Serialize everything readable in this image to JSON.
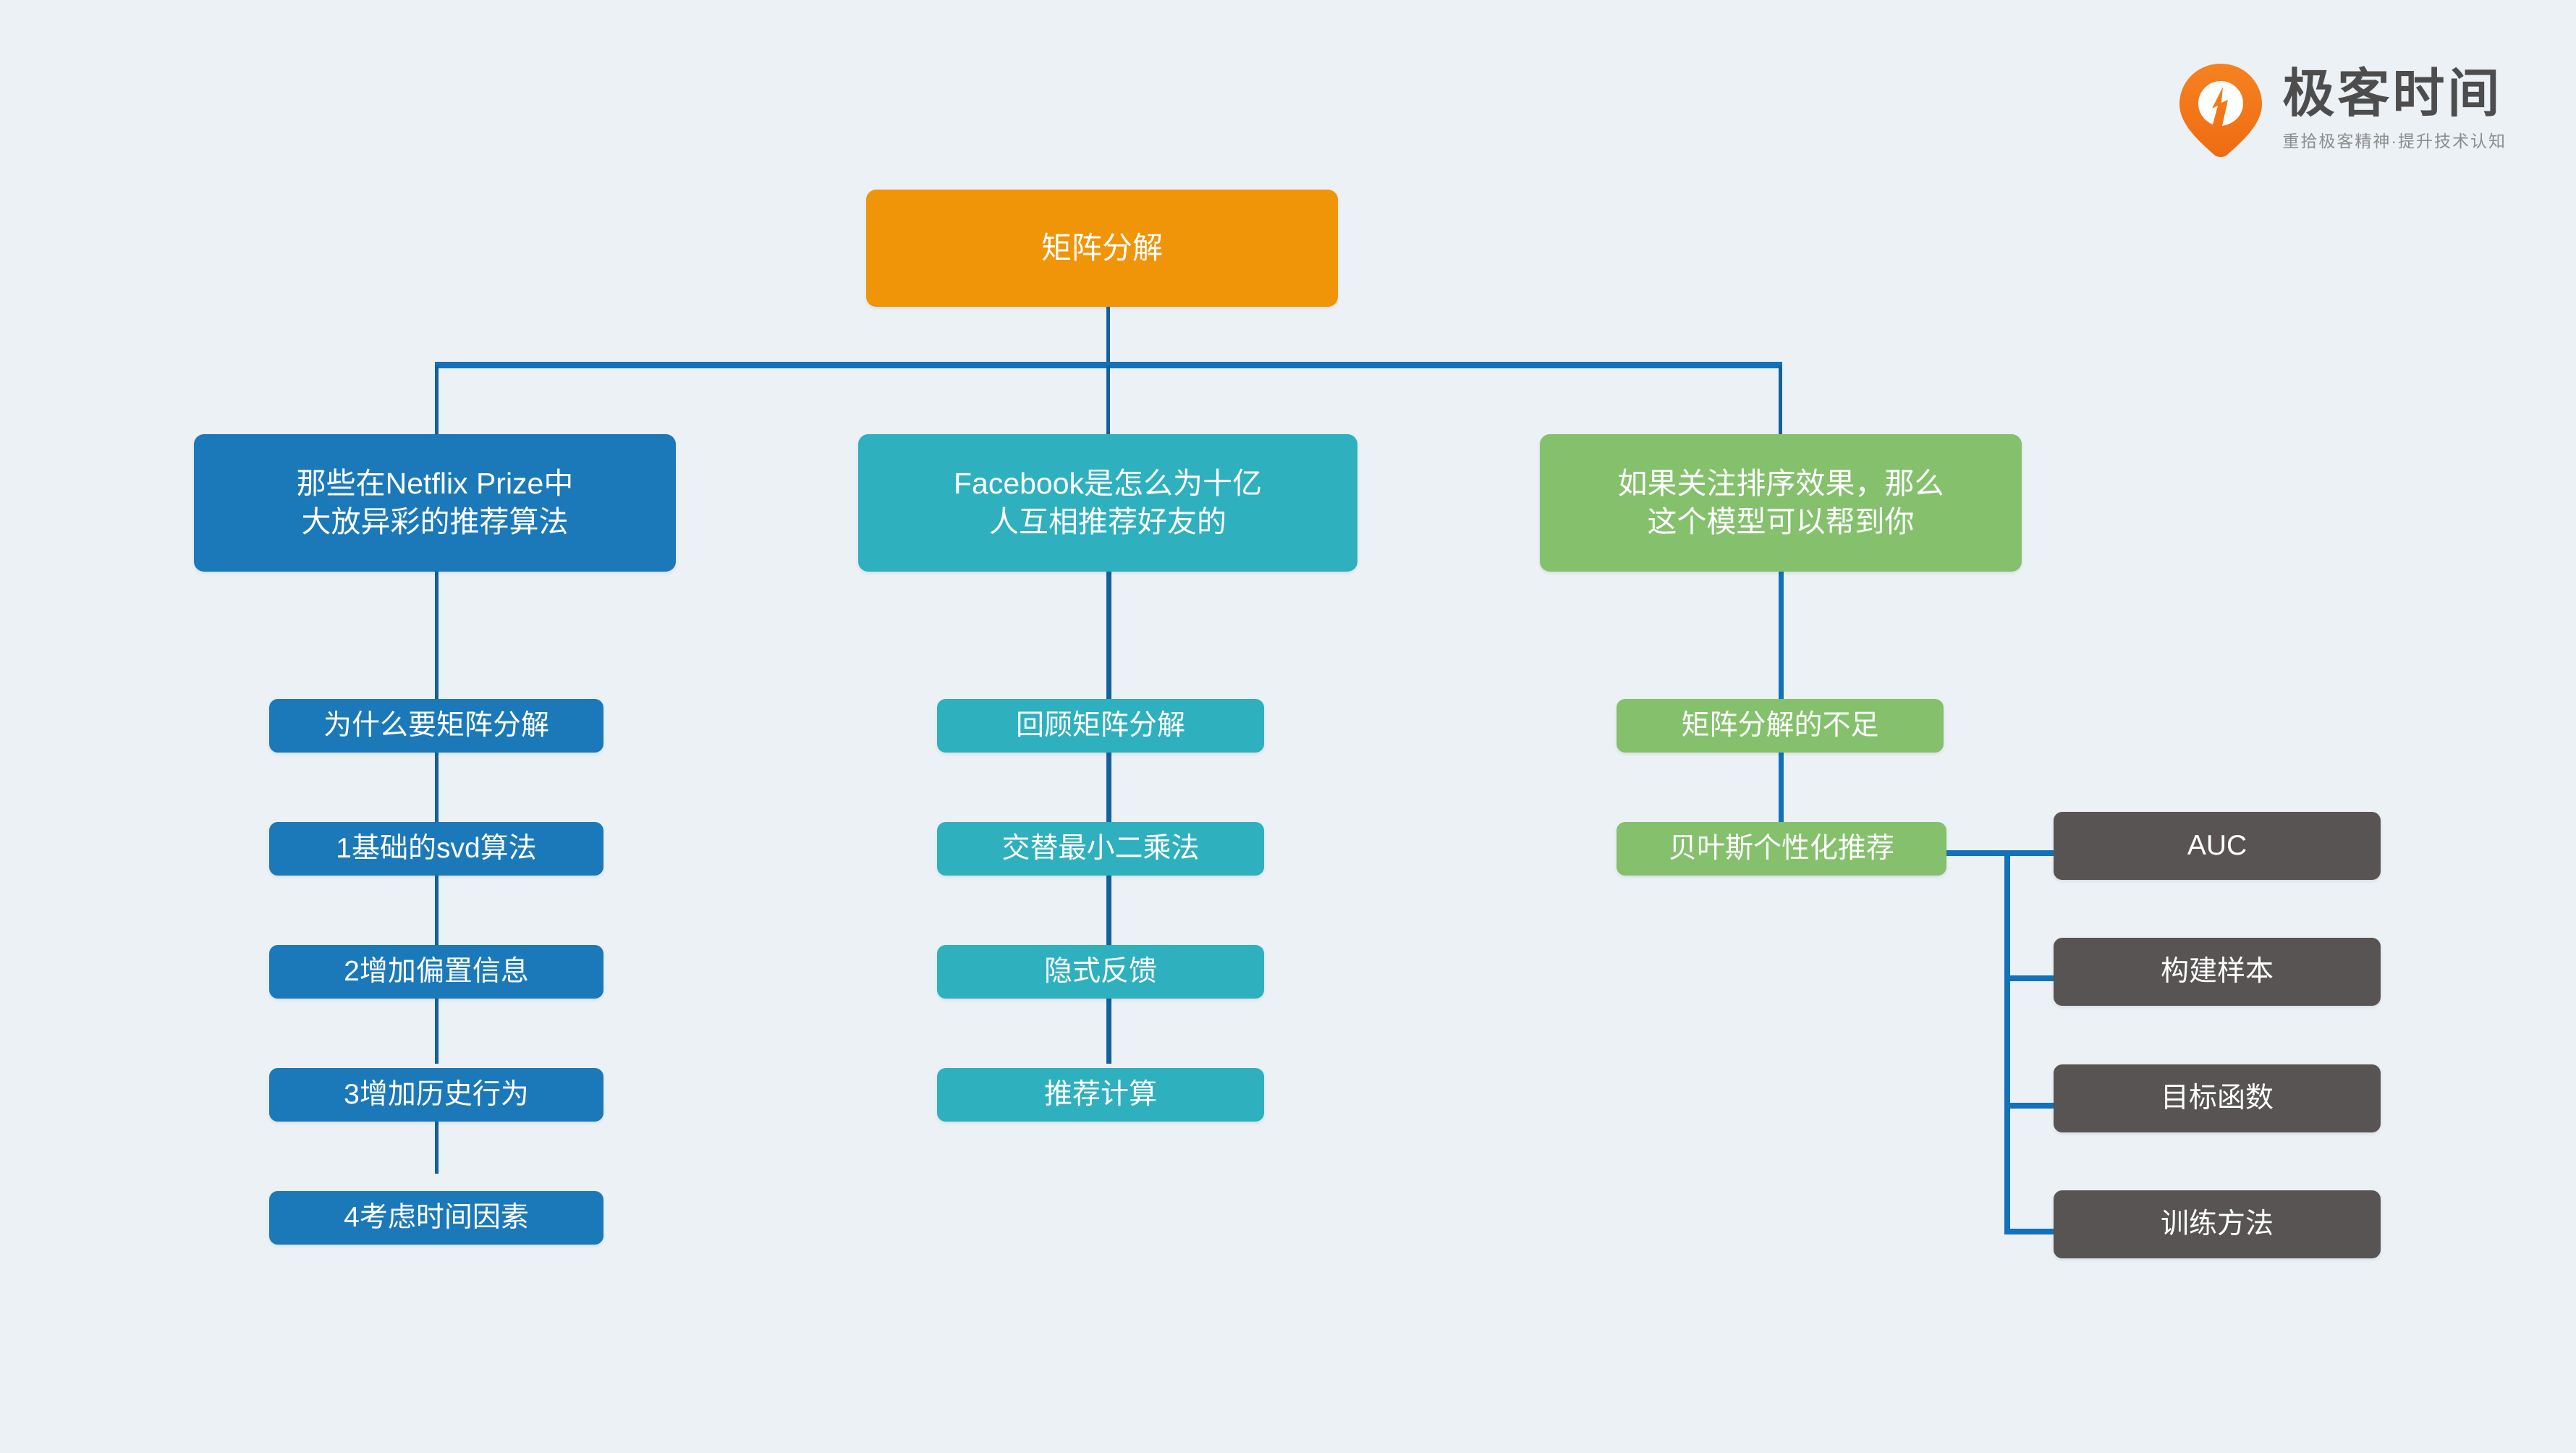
{
  "brand": {
    "name": "极客时间",
    "tagline": "重拾极客精神·提升技术认知",
    "logo_icon": "geektime-flame-pin-icon",
    "colors": {
      "mark": "#f0671c",
      "title": "#4d4d4d",
      "tagline": "#8d8d8d"
    }
  },
  "theme": {
    "background": "#ebf1f5",
    "connector": "#1271b8",
    "connector_thin": "#14609e",
    "root": "#f09408",
    "branch_blue": "#1b79b9",
    "branch_teal": "#2eb0bf",
    "branch_green": "#85c16d",
    "leaf_gray": "#585454",
    "node_text": "#ffffff"
  },
  "mindmap": {
    "root": {
      "label": "矩阵分解",
      "color": "#f09408"
    },
    "branches": [
      {
        "label": "那些在Netflix Prize中\n大放异彩的推荐算法",
        "line1": "那些在Netflix Prize中",
        "line2": "大放异彩的推荐算法",
        "color": "#1b79b9",
        "children": [
          {
            "label": "为什么要矩阵分解"
          },
          {
            "label": "1基础的svd算法"
          },
          {
            "label": "2增加偏置信息"
          },
          {
            "label": "3增加历史行为"
          },
          {
            "label": "4考虑时间因素"
          }
        ]
      },
      {
        "label": "Facebook是怎么为十亿\n人互相推荐好友的",
        "line1": "Facebook是怎么为十亿",
        "line2": "人互相推荐好友的",
        "color": "#2eb0bf",
        "children": [
          {
            "label": "回顾矩阵分解"
          },
          {
            "label": "交替最小二乘法"
          },
          {
            "label": "隐式反馈"
          },
          {
            "label": "推荐计算"
          }
        ]
      },
      {
        "label": "如果关注排序效果，那么\n这个模型可以帮到你",
        "line1": "如果关注排序效果，那么",
        "line2": "这个模型可以帮到你",
        "color": "#85c16d",
        "children": [
          {
            "label": "矩阵分解的不足"
          },
          {
            "label": "贝叶斯个性化推荐",
            "grandchildren": [
              {
                "label": "AUC"
              },
              {
                "label": "构建样本"
              },
              {
                "label": "目标函数"
              },
              {
                "label": "训练方法"
              }
            ]
          }
        ]
      }
    ]
  }
}
